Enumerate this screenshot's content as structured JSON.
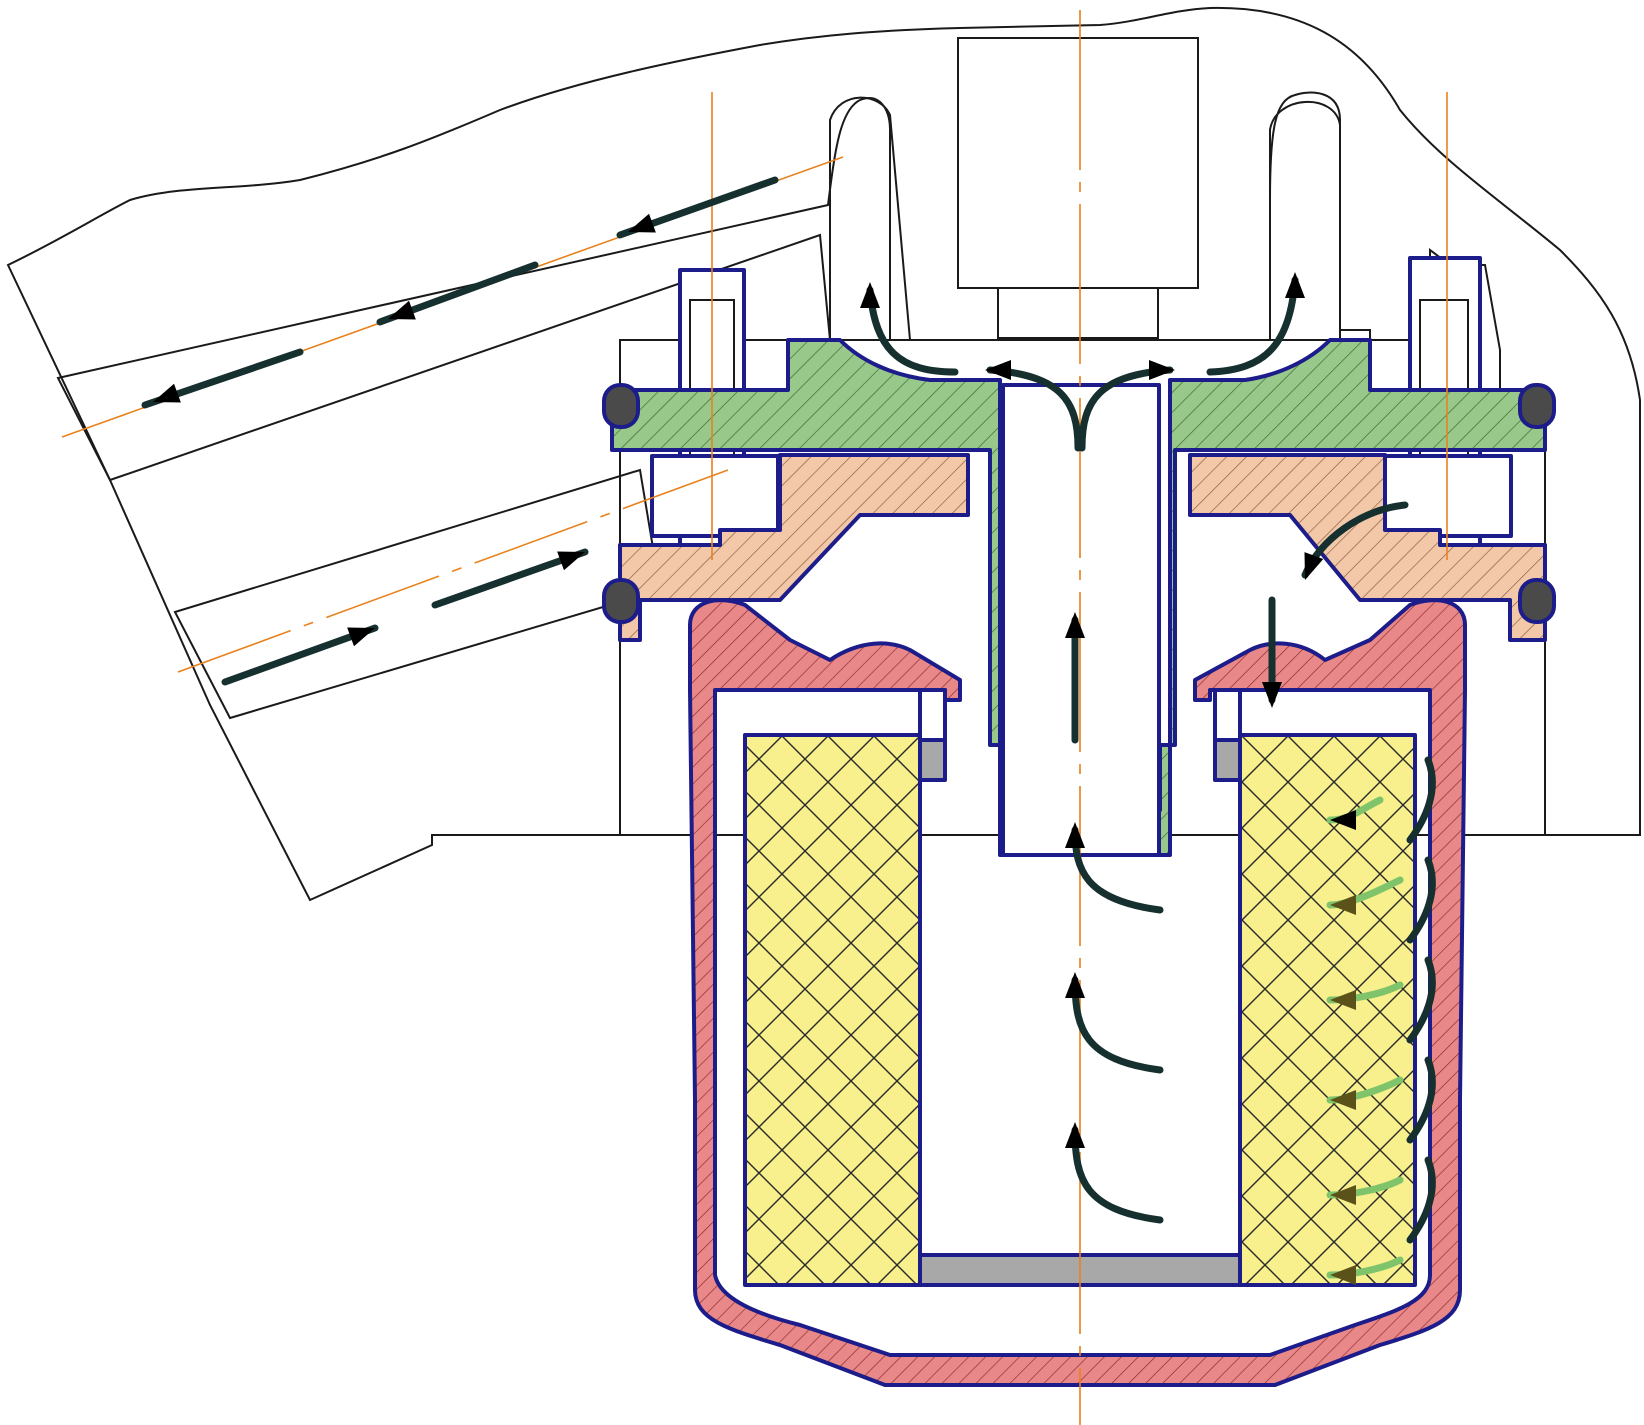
{
  "colors": {
    "housing_hatch": "#555555",
    "body_outline": "#1a1a1a",
    "part_outline": "#1c1c8a",
    "flange_green": "#98c98a",
    "base_plate_peach": "#f2c8a8",
    "canister_red": "#e88888",
    "filter_media_yellow": "#f7f08c",
    "end_cap_grey": "#a8a8a8",
    "centerline_orange": "#e8821e",
    "flow_arrow_dark": "#16302f",
    "flow_arrow_green": "#7fc46a"
  },
  "components": [
    "engine-block-housing",
    "outlet-oil-channel",
    "inlet-oil-channel",
    "mounting-flange",
    "base-plate",
    "filter-canister",
    "filter-element",
    "center-tube",
    "mounting-bolts",
    "o-ring-seals"
  ],
  "flow_arrows": {
    "count_dark": 20,
    "count_green": 6
  }
}
